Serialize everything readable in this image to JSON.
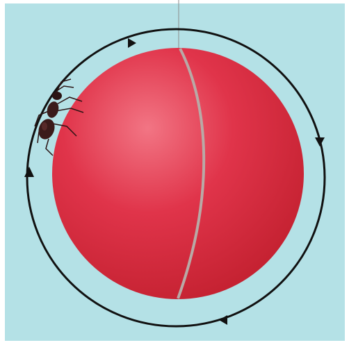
{
  "diagram": {
    "background_color": "#b4e1e6",
    "sphere_color": "#e0344a",
    "sphere_highlight_color": "#f27584",
    "seam_color": "#b9a9a6",
    "orbit_color": "#111111",
    "ant_color": "#2b1414",
    "orbit_direction": "clockwise",
    "orbit_arrow_count": 4,
    "ant_count": 1
  }
}
